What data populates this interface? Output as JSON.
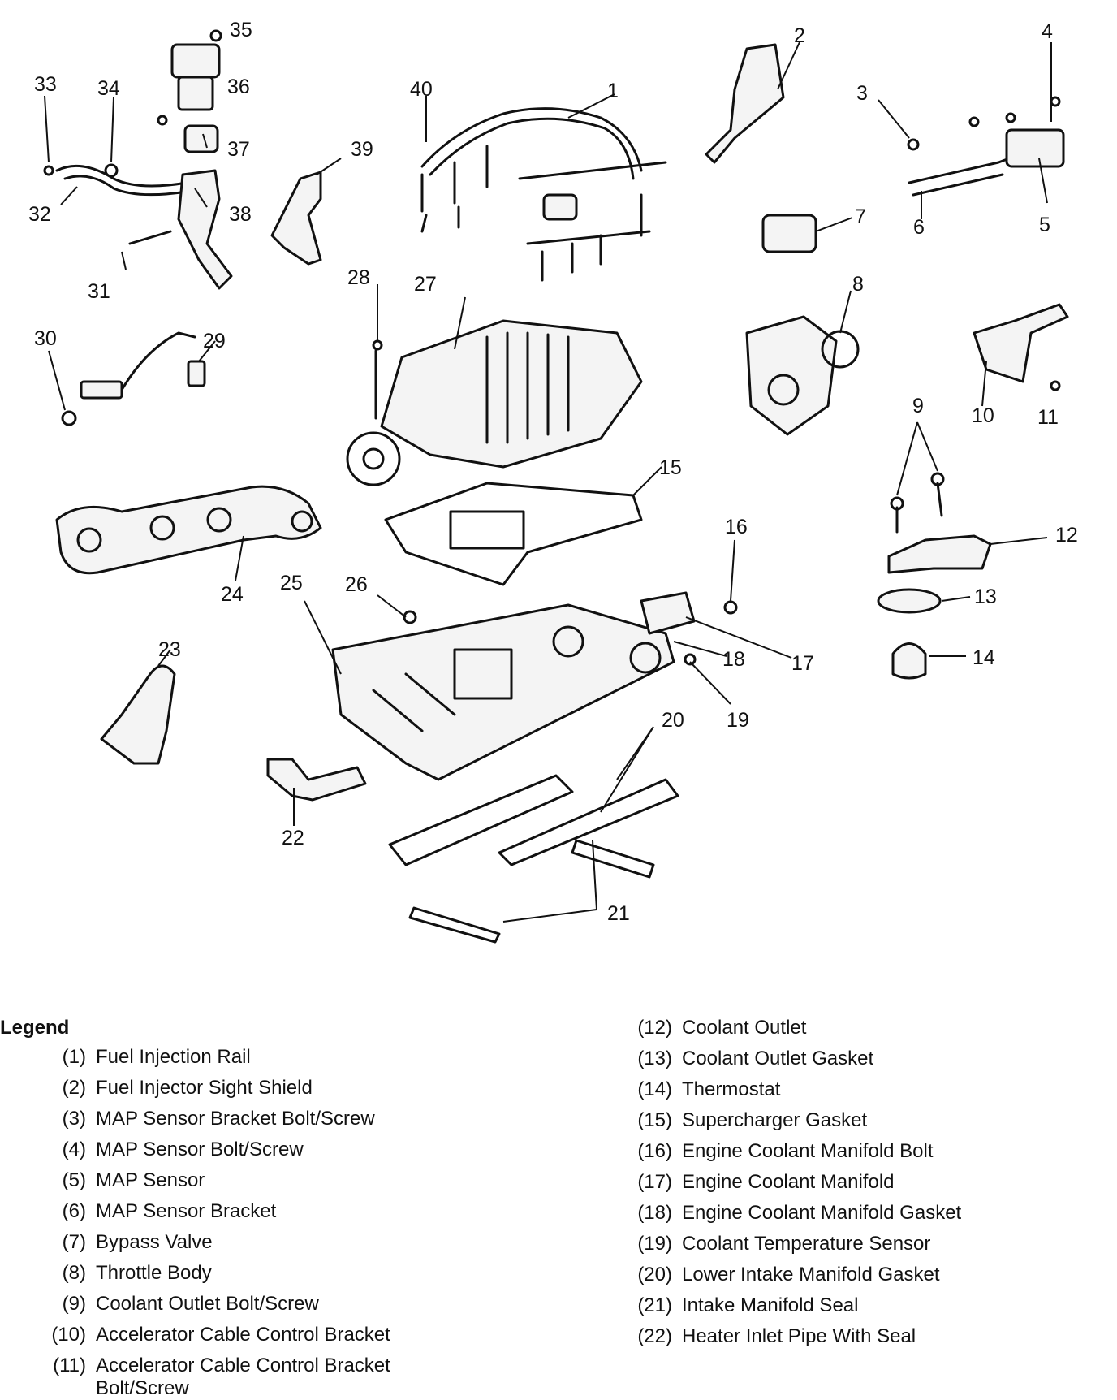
{
  "callouts": [
    "1",
    "2",
    "3",
    "4",
    "5",
    "6",
    "7",
    "8",
    "9",
    "10",
    "11",
    "12",
    "13",
    "14",
    "15",
    "16",
    "17",
    "18",
    "19",
    "20",
    "21",
    "22",
    "23",
    "24",
    "25",
    "26",
    "27",
    "28",
    "29",
    "30",
    "31",
    "32",
    "33",
    "34",
    "35",
    "36",
    "37",
    "38",
    "39",
    "40"
  ],
  "legend": {
    "title": "Legend",
    "left_column": [
      {
        "num": "(1)",
        "text": "Fuel Injection Rail"
      },
      {
        "num": "(2)",
        "text": "Fuel Injector Sight Shield"
      },
      {
        "num": "(3)",
        "text": "MAP Sensor Bracket Bolt/Screw"
      },
      {
        "num": "(4)",
        "text": "MAP Sensor Bolt/Screw"
      },
      {
        "num": "(5)",
        "text": "MAP Sensor"
      },
      {
        "num": "(6)",
        "text": "MAP Sensor Bracket"
      },
      {
        "num": "(7)",
        "text": "Bypass Valve"
      },
      {
        "num": "(8)",
        "text": "Throttle Body"
      },
      {
        "num": "(9)",
        "text": "Coolant Outlet Bolt/Screw"
      },
      {
        "num": "(10)",
        "text": "Accelerator Cable Control Bracket"
      },
      {
        "num": "(11)",
        "text": "Accelerator Cable Control Bracket Bolt/Screw"
      }
    ],
    "right_column": [
      {
        "num": "(12)",
        "text": "Coolant Outlet"
      },
      {
        "num": "(13)",
        "text": "Coolant Outlet Gasket"
      },
      {
        "num": "(14)",
        "text": "Thermostat"
      },
      {
        "num": "(15)",
        "text": "Supercharger Gasket"
      },
      {
        "num": "(16)",
        "text": "Engine Coolant Manifold Bolt"
      },
      {
        "num": "(17)",
        "text": "Engine Coolant Manifold"
      },
      {
        "num": "(18)",
        "text": "Engine Coolant Manifold Gasket"
      },
      {
        "num": "(19)",
        "text": "Coolant Temperature Sensor"
      },
      {
        "num": "(20)",
        "text": "Lower Intake Manifold Gasket"
      },
      {
        "num": "(21)",
        "text": "Intake Manifold Seal"
      },
      {
        "num": "(22)",
        "text": "Heater Inlet Pipe With Seal"
      }
    ]
  }
}
